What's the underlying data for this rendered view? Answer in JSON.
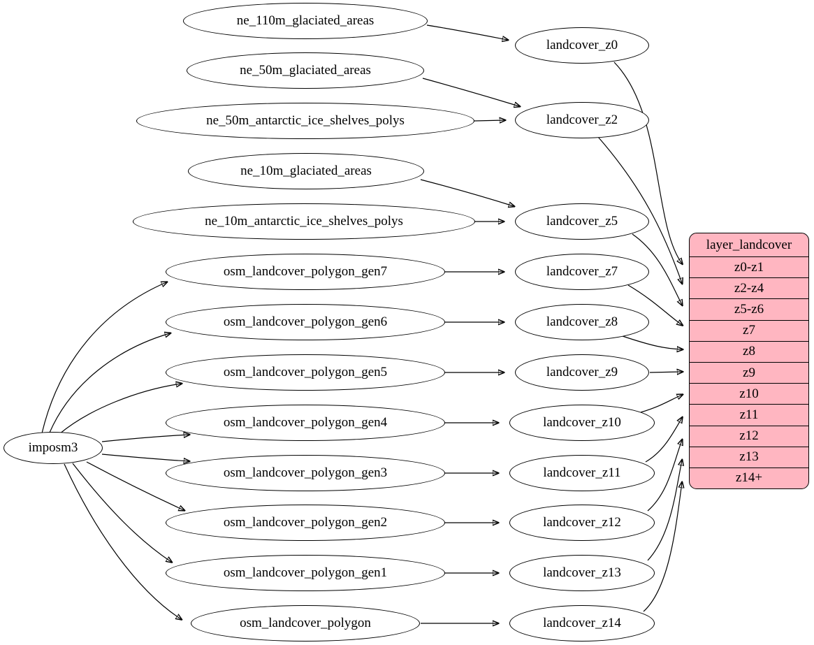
{
  "diagram": {
    "nodes": {
      "imposm3": "imposm3",
      "ne_110m_glaciated_areas": "ne_110m_glaciated_areas",
      "ne_50m_glaciated_areas": "ne_50m_glaciated_areas",
      "ne_50m_antarctic_ice_shelves_polys": "ne_50m_antarctic_ice_shelves_polys",
      "ne_10m_glaciated_areas": "ne_10m_glaciated_areas",
      "ne_10m_antarctic_ice_shelves_polys": "ne_10m_antarctic_ice_shelves_polys",
      "osm_landcover_polygon_gen7": "osm_landcover_polygon_gen7",
      "osm_landcover_polygon_gen6": "osm_landcover_polygon_gen6",
      "osm_landcover_polygon_gen5": "osm_landcover_polygon_gen5",
      "osm_landcover_polygon_gen4": "osm_landcover_polygon_gen4",
      "osm_landcover_polygon_gen3": "osm_landcover_polygon_gen3",
      "osm_landcover_polygon_gen2": "osm_landcover_polygon_gen2",
      "osm_landcover_polygon_gen1": "osm_landcover_polygon_gen1",
      "osm_landcover_polygon": "osm_landcover_polygon",
      "landcover_z0": "landcover_z0",
      "landcover_z2": "landcover_z2",
      "landcover_z5": "landcover_z5",
      "landcover_z7": "landcover_z7",
      "landcover_z8": "landcover_z8",
      "landcover_z9": "landcover_z9",
      "landcover_z10": "landcover_z10",
      "landcover_z11": "landcover_z11",
      "landcover_z12": "landcover_z12",
      "landcover_z13": "landcover_z13",
      "landcover_z14": "landcover_z14"
    },
    "record": {
      "title": "layer_landcover",
      "rows": [
        "z0-z1",
        "z2-z4",
        "z5-z6",
        "z7",
        "z8",
        "z9",
        "z10",
        "z11",
        "z12",
        "z13",
        "z14+"
      ]
    },
    "edges": [
      {
        "from": "imposm3",
        "to": "osm_landcover_polygon_gen7"
      },
      {
        "from": "imposm3",
        "to": "osm_landcover_polygon_gen6"
      },
      {
        "from": "imposm3",
        "to": "osm_landcover_polygon_gen5"
      },
      {
        "from": "imposm3",
        "to": "osm_landcover_polygon_gen4"
      },
      {
        "from": "imposm3",
        "to": "osm_landcover_polygon_gen3"
      },
      {
        "from": "imposm3",
        "to": "osm_landcover_polygon_gen2"
      },
      {
        "from": "imposm3",
        "to": "osm_landcover_polygon_gen1"
      },
      {
        "from": "imposm3",
        "to": "osm_landcover_polygon"
      },
      {
        "from": "ne_110m_glaciated_areas",
        "to": "landcover_z0"
      },
      {
        "from": "ne_50m_glaciated_areas",
        "to": "landcover_z2"
      },
      {
        "from": "ne_50m_antarctic_ice_shelves_polys",
        "to": "landcover_z2"
      },
      {
        "from": "ne_10m_glaciated_areas",
        "to": "landcover_z5"
      },
      {
        "from": "ne_10m_antarctic_ice_shelves_polys",
        "to": "landcover_z5"
      },
      {
        "from": "osm_landcover_polygon_gen7",
        "to": "landcover_z7"
      },
      {
        "from": "osm_landcover_polygon_gen6",
        "to": "landcover_z8"
      },
      {
        "from": "osm_landcover_polygon_gen5",
        "to": "landcover_z9"
      },
      {
        "from": "osm_landcover_polygon_gen4",
        "to": "landcover_z10"
      },
      {
        "from": "osm_landcover_polygon_gen3",
        "to": "landcover_z11"
      },
      {
        "from": "osm_landcover_polygon_gen2",
        "to": "landcover_z12"
      },
      {
        "from": "osm_landcover_polygon_gen1",
        "to": "landcover_z13"
      },
      {
        "from": "osm_landcover_polygon",
        "to": "landcover_z14"
      },
      {
        "from": "landcover_z0",
        "to": "layer_landcover:z0-z1"
      },
      {
        "from": "landcover_z2",
        "to": "layer_landcover:z2-z4"
      },
      {
        "from": "landcover_z5",
        "to": "layer_landcover:z5-z6"
      },
      {
        "from": "landcover_z7",
        "to": "layer_landcover:z7"
      },
      {
        "from": "landcover_z8",
        "to": "layer_landcover:z8"
      },
      {
        "from": "landcover_z9",
        "to": "layer_landcover:z9"
      },
      {
        "from": "landcover_z10",
        "to": "layer_landcover:z10"
      },
      {
        "from": "landcover_z11",
        "to": "layer_landcover:z11"
      },
      {
        "from": "landcover_z12",
        "to": "layer_landcover:z12"
      },
      {
        "from": "landcover_z13",
        "to": "layer_landcover:z13"
      },
      {
        "from": "landcover_z14",
        "to": "layer_landcover:z14+"
      }
    ],
    "colors": {
      "record_fill": "#ffb6c1",
      "node_fill": "#ffffff",
      "stroke": "#000000"
    }
  }
}
